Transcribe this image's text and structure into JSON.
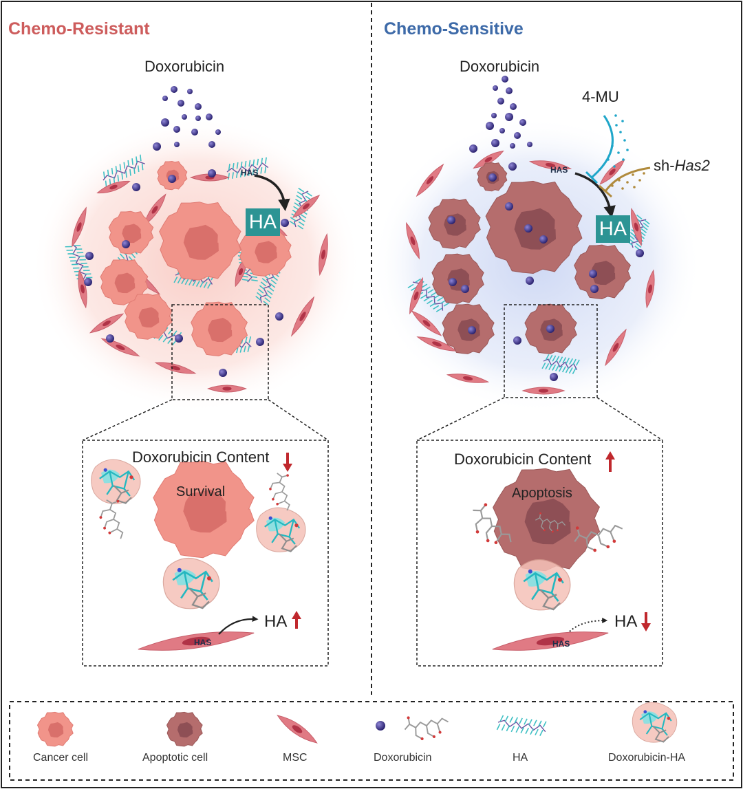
{
  "panels": {
    "left_title": "Chemo-Resistant",
    "right_title": "Chemo-Sensitive"
  },
  "left": {
    "doxorubicin_label": "Doxorubicin",
    "has_label": "HAS",
    "ha_label": "HA",
    "inset": {
      "content_label": "Doxorubicin Content",
      "content_direction": "down",
      "cell_label": "Survival",
      "has_label": "HAS",
      "ha_label": "HA",
      "ha_direction": "up"
    }
  },
  "right": {
    "doxorubicin_label": "Doxorubicin",
    "inhibitor_label": "4-MU",
    "knockdown_prefix": "sh-",
    "knockdown_gene": "Has2",
    "has_label": "HAS",
    "ha_label": "HA",
    "inset": {
      "content_label": "Doxorubicin Content",
      "content_direction": "up",
      "cell_label": "Apoptosis",
      "has_label": "HAS",
      "ha_label": "HA",
      "ha_direction": "down"
    }
  },
  "legend": {
    "items": [
      {
        "label": "Cancer cell",
        "icon": "cancer-cell-icon"
      },
      {
        "label": "Apoptotic  cell",
        "icon": "apoptotic-cell-icon"
      },
      {
        "label": "MSC",
        "icon": "msc-icon"
      },
      {
        "label": "Doxorubicin",
        "icon": "doxorubicin-icon"
      },
      {
        "label": "HA",
        "icon": "ha-icon"
      },
      {
        "label": "Doxorubicin-HA",
        "icon": "doxorubicin-ha-icon"
      }
    ]
  },
  "colors": {
    "resistant_title": "#cd5c5c",
    "sensitive_title": "#3d6aa8",
    "cancer_cell": "#f1948a",
    "cancer_nucleus": "#d9706b",
    "apoptotic_cell": "#b56d6d",
    "apoptotic_nucleus": "#8e4f55",
    "msc": "#e07a84",
    "msc_nucleus": "#b03347",
    "doxorubicin": "#3b3280",
    "ha_strand": "#3fc0c4",
    "ha_box": "#2c9494",
    "arrow_red": "#c0282d",
    "inhibitor_cyan": "#1fa6c9",
    "inhibitor_gold": "#b08a3c"
  }
}
